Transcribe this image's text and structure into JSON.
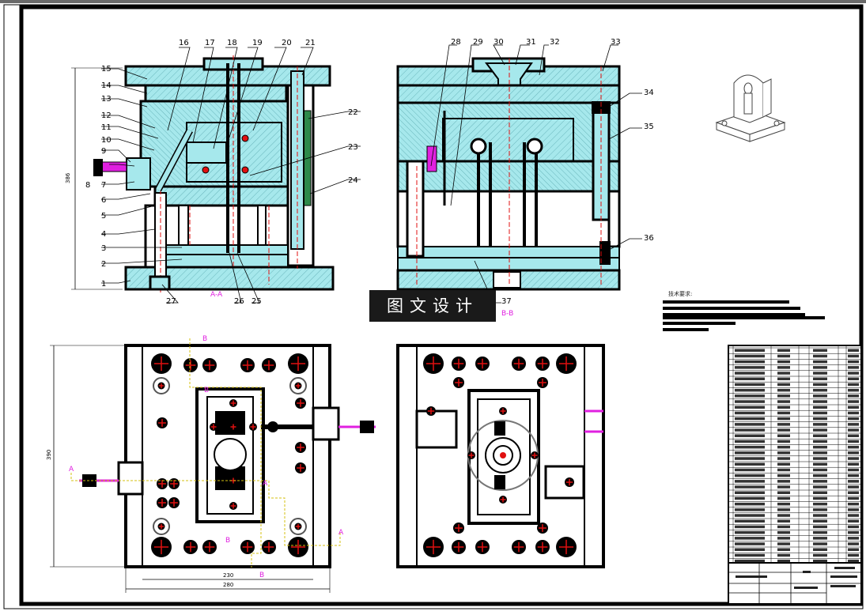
{
  "part_numbers_left": [
    "1",
    "2",
    "3",
    "4",
    "5",
    "6",
    "7",
    "8",
    "9",
    "10",
    "11",
    "12",
    "13",
    "14",
    "15",
    "16",
    "17",
    "18",
    "19",
    "20",
    "21",
    "22",
    "23",
    "24",
    "25",
    "26",
    "27"
  ],
  "part_numbers_right": [
    "28",
    "29",
    "30",
    "31",
    "32",
    "33",
    "34",
    "35",
    "36",
    "37"
  ],
  "section_labels": {
    "aa": "A-A",
    "bb": "B-B"
  },
  "section_markers": {
    "a": "A",
    "b": "B"
  },
  "dimensions": {
    "height_left": "386",
    "width_left": "390",
    "inner_width": "230",
    "outer_width": "280"
  },
  "watermark": "图文设计",
  "tech_requirements_title": "技术要求:",
  "colors": {
    "body_fill": "#a6e8ec",
    "outline": "#000000",
    "centerline": "#e01010",
    "section_mark": "#e020e0",
    "dimension": "#d4c010"
  },
  "icons": [
    "bracket-isometric-icon"
  ]
}
